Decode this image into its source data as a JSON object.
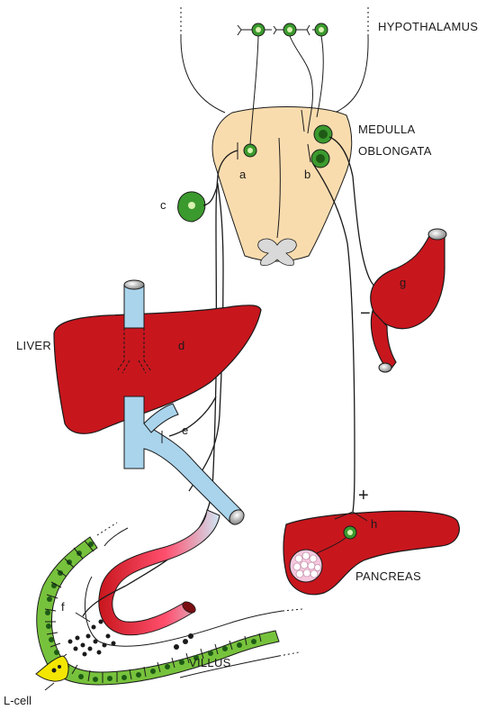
{
  "labels": {
    "hypothalamus": "HYPOTHALAMUS",
    "medulla_line1": "MEDULLA",
    "medulla_line2": "OBLONGATA",
    "liver": "LIVER",
    "pancreas": "PANCREAS",
    "villus": "VILLUS",
    "lcell": "L-cell",
    "a": "a",
    "b": "b",
    "c": "c",
    "d": "d",
    "e": "e",
    "f": "f",
    "g": "g",
    "h": "h",
    "minus": "−",
    "plus": "+"
  },
  "colors": {
    "organ_red": "#c8161d",
    "medulla_tan": "#f9dcae",
    "neuron_green": "#3b9a2e",
    "neuron_light": "#d8f2b0",
    "vessel_blue": "#a9d4ec",
    "epithelium_green": "#77c23c",
    "lcell_yellow": "#f3e600",
    "islet_pink": "#f6c8de"
  }
}
